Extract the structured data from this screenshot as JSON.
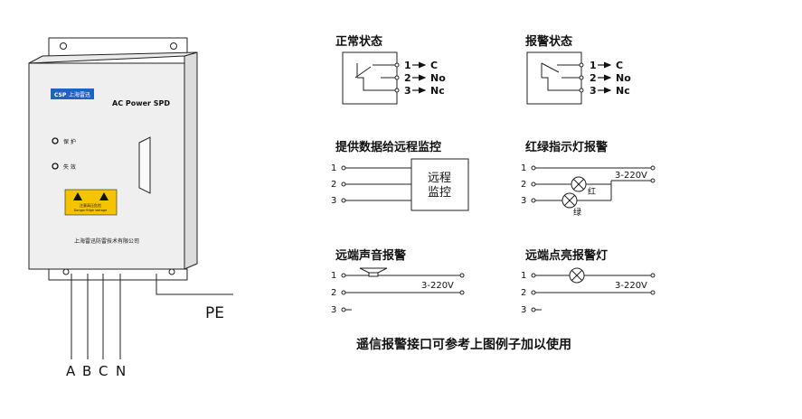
{
  "device": {
    "logo_text": "上海雷迅",
    "model": "AC Power SPD",
    "indicator_protect": "保 护",
    "indicator_fail": "失 效",
    "warning_text": "注意高压危险",
    "warning_text_en": "Danger!High Voltage",
    "company": "上海雷迅防雷技术有限公司"
  },
  "wiring": {
    "pe_label": "PE",
    "phase_labels": [
      "A",
      "B",
      "C",
      "N"
    ]
  },
  "states": {
    "normal_title": "正常状态",
    "alarm_title": "报警状态",
    "pin_labels": [
      "1",
      "2",
      "3"
    ],
    "contact_labels": [
      "C",
      "No",
      "Nc"
    ]
  },
  "examples": {
    "remote_monitor_title": "提供数据给远程监控",
    "monitor_box_line1": "远程",
    "monitor_box_line2": "监控",
    "redgreen_title": "红绿指示灯报警",
    "red_label": "红",
    "green_label": "绿",
    "sound_title": "远端声音报警",
    "light_title": "远端点亮报警灯",
    "voltage": "3-220V"
  },
  "footer": "遥信报警接口可参考上图例子加以使用"
}
